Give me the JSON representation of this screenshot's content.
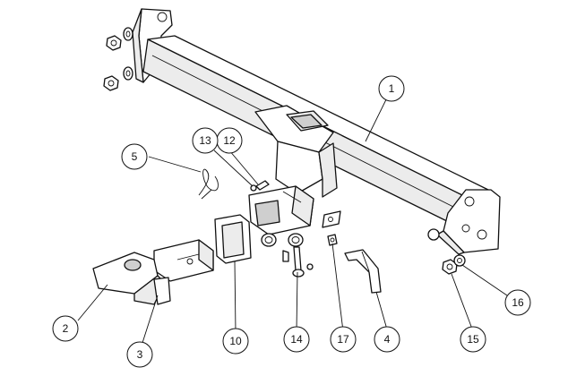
{
  "title": "Tow bar assembly exploded view",
  "callouts": [
    {
      "id": "c1",
      "label": "1"
    },
    {
      "id": "c2",
      "label": "2"
    },
    {
      "id": "c3",
      "label": "3"
    },
    {
      "id": "c4",
      "label": "4"
    },
    {
      "id": "c5",
      "label": "5"
    },
    {
      "id": "c10",
      "label": "10"
    },
    {
      "id": "c12",
      "label": "12"
    },
    {
      "id": "c13",
      "label": "13"
    },
    {
      "id": "c14",
      "label": "14"
    },
    {
      "id": "c15",
      "label": "15"
    },
    {
      "id": "c16",
      "label": "16"
    },
    {
      "id": "c17",
      "label": "17"
    }
  ],
  "line_color": "#111111",
  "background": "#ffffff"
}
